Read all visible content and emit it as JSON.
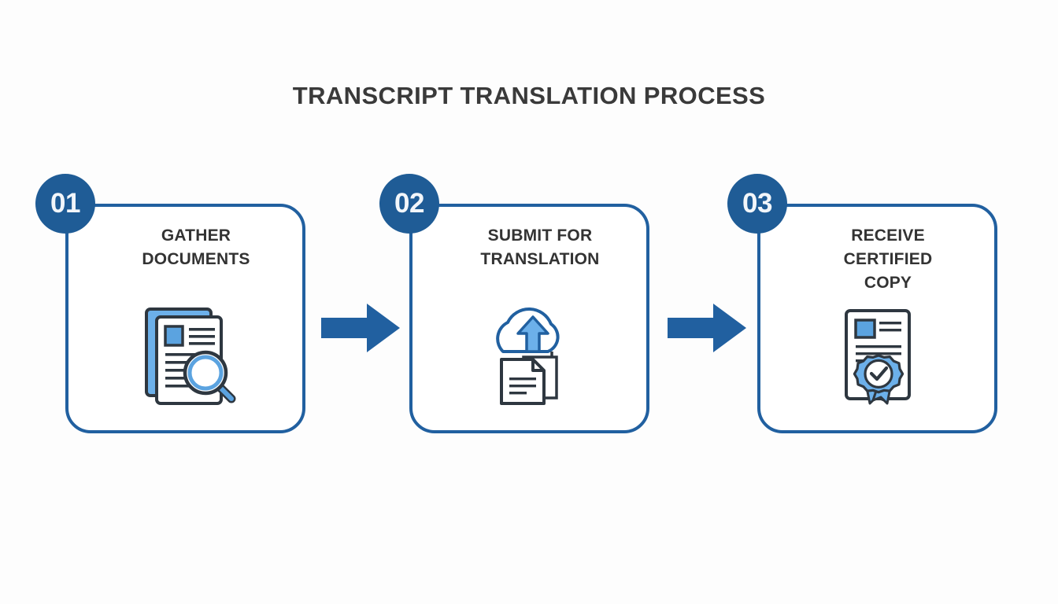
{
  "page": {
    "title": "TRANSCRIPT TRANSLATION PROCESS",
    "background_color": "#fdfdfd",
    "title_color": "#3a3a3a",
    "accent_dark_blue": "#2160a0",
    "accent_badge_blue": "#1f5c96",
    "accent_light_blue": "#5ba3e0",
    "outline_color": "#2e3740"
  },
  "steps": [
    {
      "number": "01",
      "label_lines": [
        "GATHER",
        "DOCUMENTS"
      ],
      "icon_name": "documents-magnifier-icon"
    },
    {
      "number": "02",
      "label_lines": [
        "SUBMIT FOR",
        "TRANSLATION"
      ],
      "icon_name": "cloud-upload-document-icon"
    },
    {
      "number": "03",
      "label_lines": [
        "RECEIVE",
        "CERTIFIED",
        "COPY"
      ],
      "icon_name": "certificate-seal-icon"
    }
  ],
  "connectors": [
    {
      "name": "arrow-step1-to-step2",
      "direction": "right",
      "color": "#2160a0"
    },
    {
      "name": "arrow-step2-to-step3",
      "direction": "right",
      "color": "#2160a0"
    }
  ]
}
